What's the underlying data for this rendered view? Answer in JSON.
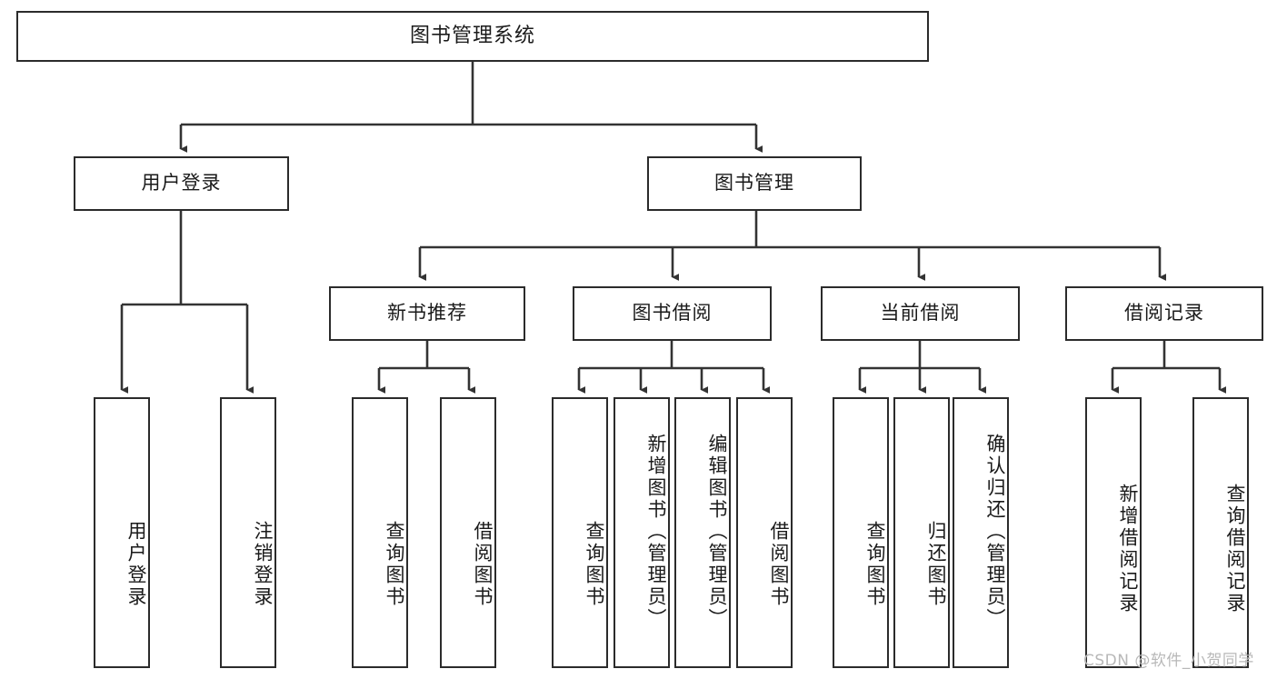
{
  "diagram": {
    "type": "hierarchy-tree",
    "title": "图书管理系统",
    "watermark": "CSDN @软件_小贺同学",
    "colors": {
      "box_border": "#2b2b2b",
      "box_fill": "#ffffff",
      "edge": "#333333",
      "text": "#1a1a1a",
      "watermark": "#b8b8b8",
      "background": "#ffffff"
    },
    "nodes": {
      "root": {
        "label": "图书管理系统",
        "level": 0
      },
      "user_login": {
        "label": "用户登录",
        "level": 1
      },
      "book_manage": {
        "label": "图书管理",
        "level": 1
      },
      "new_book_rec": {
        "label": "新书推荐",
        "level": 2
      },
      "book_borrow": {
        "label": "图书借阅",
        "level": 2
      },
      "current_borrow": {
        "label": "当前借阅",
        "level": 2
      },
      "borrow_record": {
        "label": "借阅记录",
        "level": 2
      },
      "leaf_1": {
        "label": "用户登录",
        "level": 3,
        "parent": "用户登录"
      },
      "leaf_2": {
        "label": "注销登录",
        "level": 3,
        "parent": "用户登录"
      },
      "leaf_3": {
        "label": "查询图书",
        "level": 3,
        "parent": "新书推荐"
      },
      "leaf_4": {
        "label": "借阅图书",
        "level": 3,
        "parent": "新书推荐"
      },
      "leaf_5": {
        "label": "查询图书",
        "level": 3,
        "parent": "图书借阅"
      },
      "leaf_6": {
        "label": "新增图书（管理员）",
        "level": 3,
        "parent": "图书借阅"
      },
      "leaf_7": {
        "label": "编辑图书（管理员）",
        "level": 3,
        "parent": "图书借阅"
      },
      "leaf_8": {
        "label": "借阅图书",
        "level": 3,
        "parent": "图书借阅"
      },
      "leaf_9": {
        "label": "查询图书",
        "level": 3,
        "parent": "当前借阅"
      },
      "leaf_10": {
        "label": "归还图书",
        "level": 3,
        "parent": "当前借阅"
      },
      "leaf_11": {
        "label": "确认归还（管理员）",
        "level": 3,
        "parent": "当前借阅"
      },
      "leaf_12": {
        "label": "新增借阅记录",
        "level": 3,
        "parent": "借阅记录"
      },
      "leaf_13": {
        "label": "查询借阅记录",
        "level": 3,
        "parent": "借阅记录"
      }
    }
  }
}
